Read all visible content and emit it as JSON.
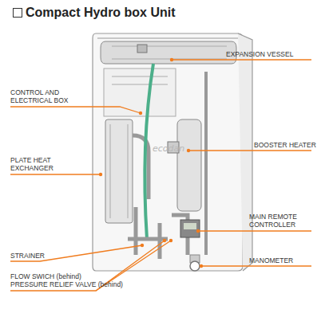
{
  "diagram": {
    "title": "Compact Hydro box Unit",
    "labels": [
      "EXPANSION VESSEL",
      "CONTROL AND ELECTRICAL BOX",
      "BOOSTER HEATER",
      "PLATE HEAT EXCHANGER",
      "MAIN REMOTE CONTROLLER",
      "STRAINER",
      "MANOMETER",
      "FLOW SWICH (behind)",
      "PRESSURE RELIEF VALVE (behind)",
      "ecodan"
    ]
  }
}
